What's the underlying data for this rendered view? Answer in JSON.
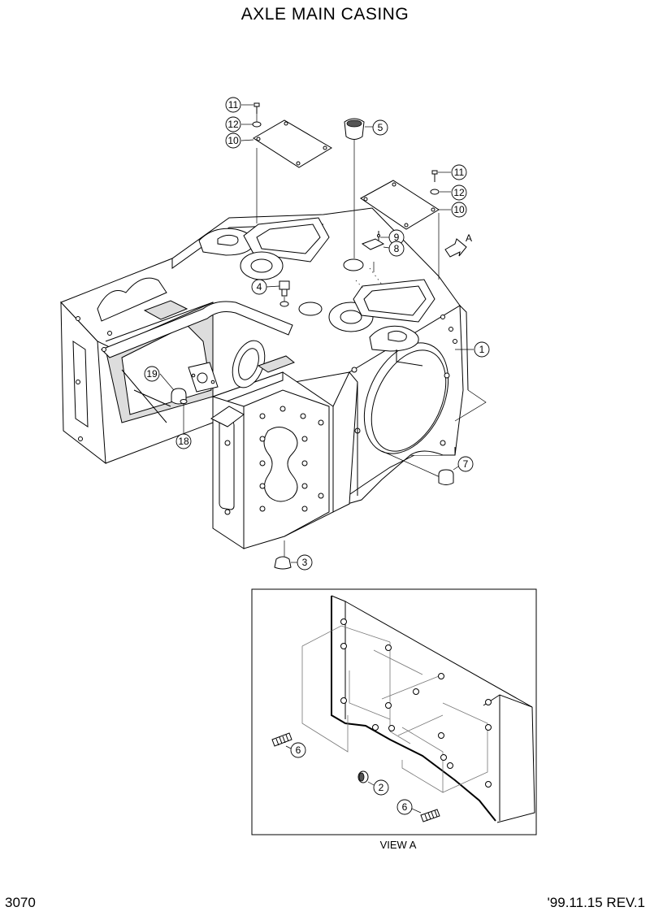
{
  "title": "AXLE MAIN CASING",
  "page_number": "3070",
  "revision": "'99.11.15 REV.1",
  "view_caption": "VIEW A",
  "view_arrow_label": "A",
  "callouts": {
    "c11a": "11",
    "c12a": "12",
    "c10a": "10",
    "c5": "5",
    "c11b": "11",
    "c12b": "12",
    "c10b": "10",
    "c9": "9",
    "c8": "8",
    "c4": "4",
    "c1": "1",
    "c19": "19",
    "c18": "18",
    "c7": "7",
    "c3": "3",
    "c6a": "6",
    "c2": "2",
    "c6b": "6"
  }
}
